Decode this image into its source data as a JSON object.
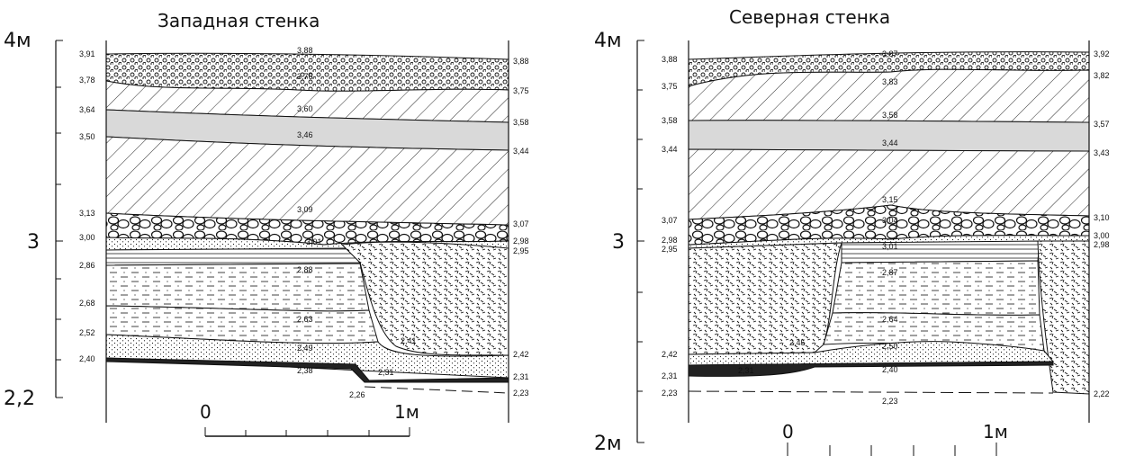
{
  "west": {
    "title": "Западная стенка",
    "scale": {
      "top": "4м",
      "mid": "3",
      "bottom": "2,2"
    },
    "ruler": {
      "zero": "0",
      "one": "1м"
    },
    "left_marks": [
      "3,91",
      "3,78",
      "3,64",
      "3,50",
      "3,13",
      "3,00",
      "2,86",
      "2,68",
      "2,52",
      "2,40"
    ],
    "center_marks": [
      "3,88",
      "3,76",
      "3,60",
      "3,46",
      "3,09",
      "3,01",
      "2,88",
      "2,63",
      "2,49",
      "2,38"
    ],
    "right_marks": [
      "3,88",
      "3,75",
      "3,58",
      "3,44",
      "3,07",
      "2,98",
      "2,95",
      "2,42",
      "2,31",
      "2,23"
    ],
    "extra_marks": [
      "2,41",
      "2,31",
      "2,26"
    ]
  },
  "north": {
    "title": "Северная стенка",
    "scale": {
      "top": "4м",
      "mid": "3",
      "bottom": "2м"
    },
    "ruler": {
      "zero": "0",
      "one": "1м"
    },
    "left_marks": [
      "3,88",
      "3,75",
      "3,58",
      "3,44",
      "3,07",
      "2,98",
      "2,95",
      "2,42",
      "2,31",
      "2,23"
    ],
    "center_marks": [
      "3,87",
      "3,83",
      "3,58",
      "3,44",
      "3,15",
      "3,04",
      "3,01",
      "2,87",
      "2,64",
      "2,50",
      "2,40",
      "2,23"
    ],
    "right_marks": [
      "3,92",
      "3,82",
      "3,57",
      "3,43",
      "3,10",
      "3,00",
      "2,98",
      "2,22"
    ],
    "extra_marks": [
      "2,45",
      "2,31"
    ]
  }
}
